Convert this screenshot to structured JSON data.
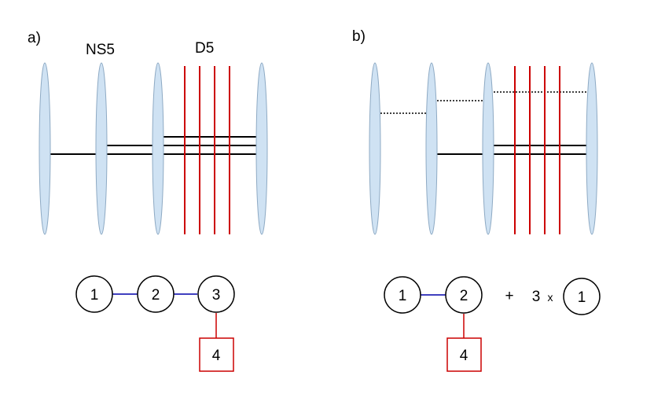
{
  "panel_a": {
    "label": "a)",
    "ns5_label": "NS5",
    "d5_label": "D5",
    "quiver": {
      "gauge_nodes": [
        "1",
        "2",
        "3"
      ],
      "flavor_node": "4"
    }
  },
  "panel_b": {
    "label": "b)",
    "quiver": {
      "gauge_nodes": [
        "1",
        "2"
      ],
      "flavor_node": "4",
      "plus": "+",
      "multiplier": "3",
      "times": "x",
      "extra_node": "1"
    }
  },
  "colors": {
    "ns5_fill": "#cfe2f3",
    "ns5_stroke": "#8eaac4",
    "d5": "#cc0000",
    "d3": "#000000",
    "quiver_edge": "#0000aa",
    "flavor": "#cc0000"
  }
}
